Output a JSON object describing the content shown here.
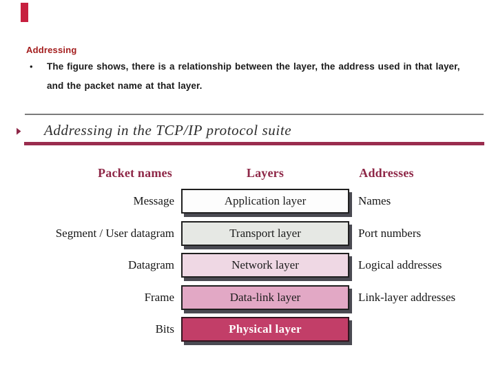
{
  "slide": {
    "heading": "Addressing",
    "bullet": {
      "marker": "•",
      "lines": [
        "The figure shows, there is a relationship between the layer, the address used in that layer,",
        "and the packet name at that layer."
      ]
    }
  },
  "figure": {
    "title": "Addressing in the TCP/IP protocol suite",
    "title_marker_icon": "▶",
    "headers": [
      "Packet names",
      "Layers",
      "Addresses"
    ],
    "rows": [
      {
        "packet": "Message",
        "layer": "Application layer",
        "address": "Names",
        "fill": "#fdfdfd",
        "text_color": "#1c1c1c"
      },
      {
        "packet": "Segment / User datagram",
        "layer": "Transport layer",
        "address": "Port numbers",
        "fill": "#e6e8e4",
        "text_color": "#1c1c1c"
      },
      {
        "packet": "Datagram",
        "layer": "Network layer",
        "address": "Logical addresses",
        "fill": "#efd8e4",
        "text_color": "#1c1c1c"
      },
      {
        "packet": "Frame",
        "layer": "Data-link layer",
        "address": "Link-layer addresses",
        "fill": "#e2a8c5",
        "text_color": "#1c1c1c"
      },
      {
        "packet": "Bits",
        "layer": "Physical layer",
        "address": "",
        "fill": "#c23e68",
        "text_color": "#ffffff"
      }
    ]
  },
  "colors": {
    "accent_red": "#c7203f",
    "heading_red": "#a31d1d",
    "figure_maroon": "#8e2747",
    "rule_maroon": "#9a2c4e",
    "divider_gray": "#7b7b7b",
    "box_shadow": "#4a4a52"
  }
}
